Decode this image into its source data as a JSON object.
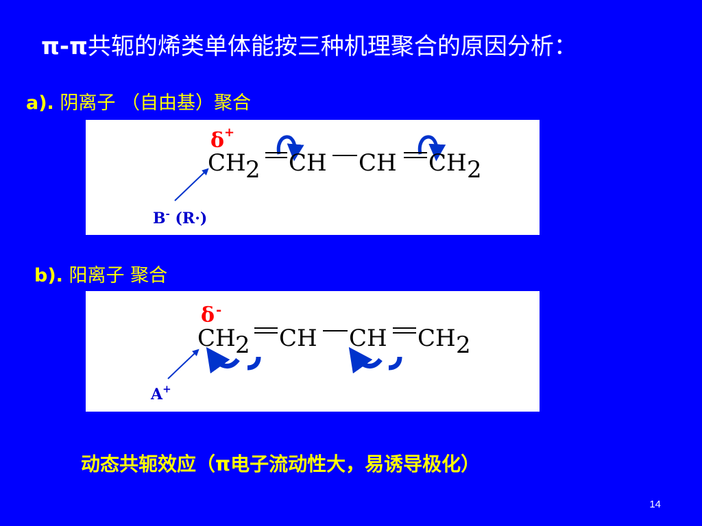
{
  "slide": {
    "title_prefix": "π-π",
    "title_rest": "共轭的烯类单体能按三种机理聚合的原因分析：",
    "section_a": {
      "letter": "a).",
      "label": " 阴离子 （自由基）聚合"
    },
    "section_b": {
      "letter": "b).",
      "label": " 阳离子 聚合"
    },
    "summary": "动态共轭效应（π电子流动性大，易诱导极化）",
    "page_number": "14"
  },
  "diagram_a": {
    "delta": "δ",
    "delta_sign": "+",
    "atoms": [
      "CH",
      "CH",
      "CH",
      "CH"
    ],
    "subscripts": [
      "2",
      "2"
    ],
    "reagent": "B",
    "reagent_sup": "-",
    "reagent_paren": " (R·)"
  },
  "diagram_b": {
    "delta": "δ",
    "delta_sign": "-",
    "atoms": [
      "CH",
      "CH",
      "CH",
      "CH"
    ],
    "subscripts": [
      "2",
      "2"
    ],
    "reagent": "A",
    "reagent_sup": "+"
  },
  "colors": {
    "background": "#0000FF",
    "accent_yellow": "#FFFF00",
    "delta_red": "#FF0000",
    "arrow_blue": "#0033CC",
    "text_white": "#FFFFFF"
  }
}
